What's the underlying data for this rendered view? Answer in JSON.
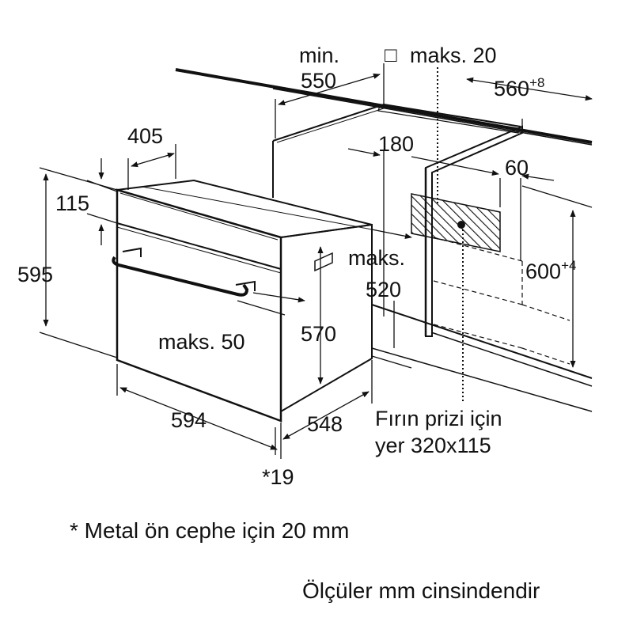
{
  "colors": {
    "line": "#111111",
    "background": "#ffffff",
    "hatch": "#111111"
  },
  "dimensions": {
    "d405": "405",
    "d115": "115",
    "d595": "595",
    "min_label": "min.",
    "d550": "550",
    "niche_square_symbol": "□",
    "maks20": "maks. 20",
    "d560": "560",
    "d560_sup": "+8",
    "d180": "180",
    "d60": "60",
    "maks_label": "maks.",
    "d520": "520",
    "d600": "600",
    "d600_sup": "+4",
    "maks50": "maks. 50",
    "d570": "570",
    "d594": "594",
    "d548": "548",
    "d19": "*19"
  },
  "socket_note": {
    "line1": "Fırın prizi için",
    "line2": "yer 320x115"
  },
  "footnote": "* Metal ön cephe için 20 mm",
  "units_note": "Ölçüler mm cinsindendir"
}
